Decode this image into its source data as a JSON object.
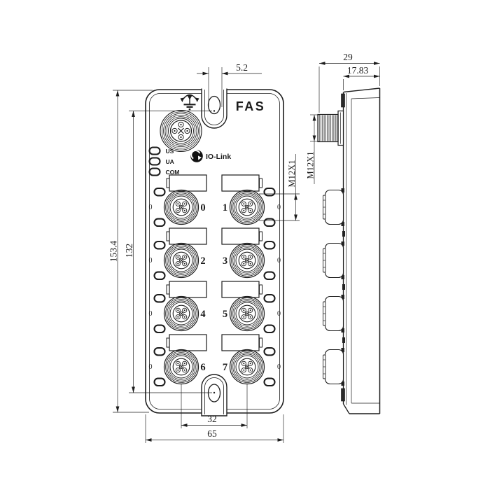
{
  "front_view": {
    "brand": "FAS",
    "io_link_label": "IO-Link",
    "led_labels": [
      "US",
      "UA",
      "COM"
    ],
    "port_labels": [
      "0",
      "1",
      "2",
      "3",
      "4",
      "5",
      "6",
      "7"
    ],
    "port_side_mark": "0"
  },
  "dimensions": {
    "mounting_hole_width": "5.2",
    "overall_height": "153.4",
    "mounting_hole_spacing": "132",
    "port_column_spacing": "32",
    "overall_width": "65",
    "overall_depth": "29",
    "body_depth": "17.83",
    "port_thread": "M12X1",
    "side_thread": "M12X1"
  },
  "colors": {
    "line": "#1c1c1c",
    "background": "#ffffff"
  }
}
